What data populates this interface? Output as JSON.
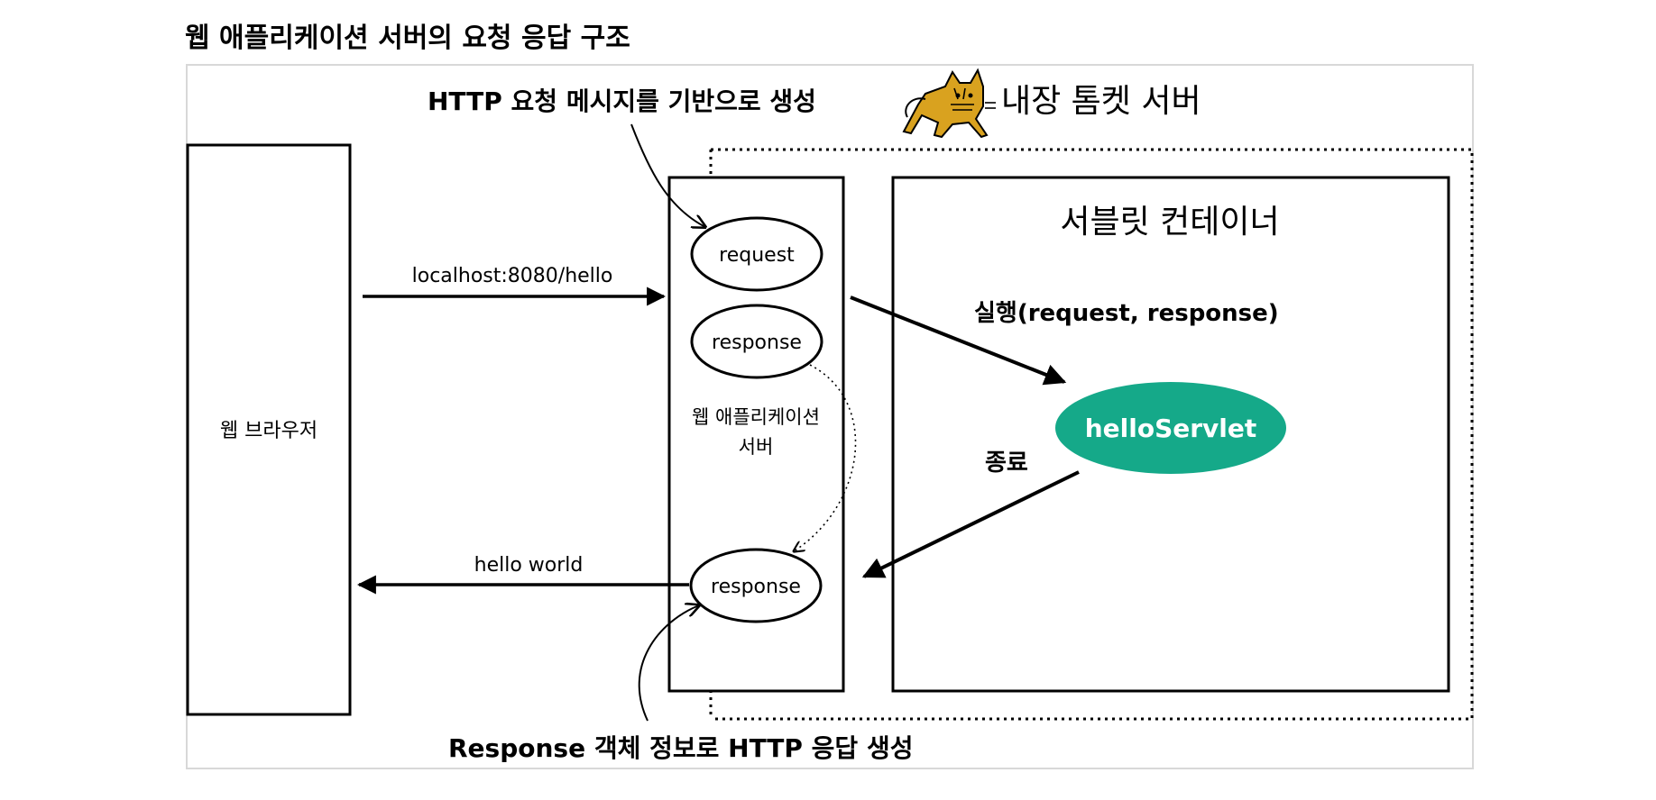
{
  "title": "웹 애플리케이션 서버의 요청 응답 구조",
  "labels": {
    "http_request_message": "HTTP 요청 메시지를 기반으로 생성",
    "embedded_tomcat": "내장 톰켓 서버",
    "servlet_container": "서블릿 컨테이너",
    "web_browser": "웹 브라우저",
    "request_url": "localhost:8080/hello",
    "request_obj": "request",
    "response_obj": "response",
    "response_obj_out": "response",
    "was_line1": "웹 애플리케이션",
    "was_line2": "서버",
    "execute": "실행(request, response)",
    "servlet_name": "helloServlet",
    "finish": "종료",
    "hello_world": "hello world",
    "response_info": "Response 객체 정보로 HTTP 응답 생성"
  },
  "colors": {
    "servlet_fill": "#15A989",
    "tomcat_body": "#D9A21F",
    "border": "#000000",
    "frame": "#d8d8d8"
  },
  "icons": {
    "tomcat": "tomcat-cat-icon"
  }
}
